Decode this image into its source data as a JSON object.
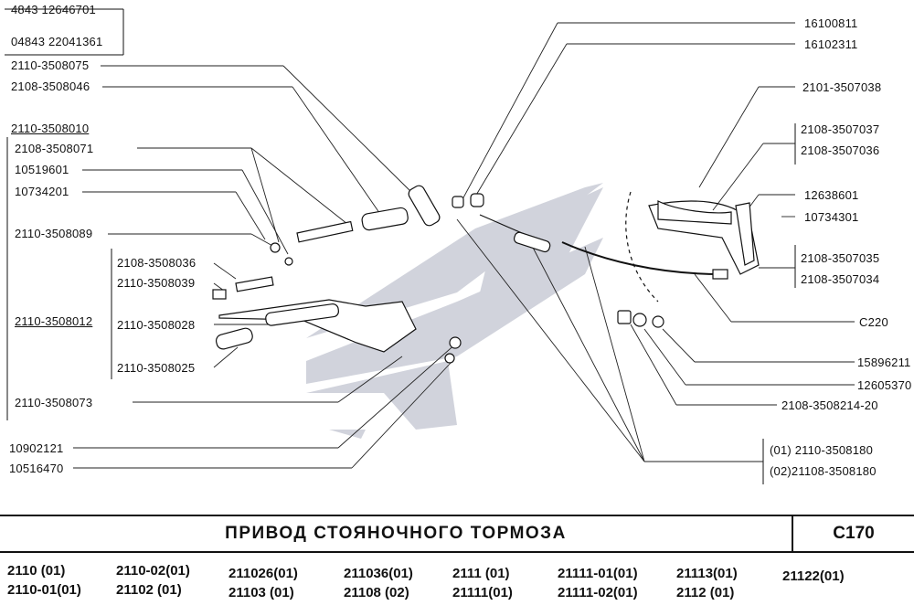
{
  "labels_left": [
    {
      "text": "4843    12646701"
    },
    {
      "text": "04843  22041361"
    },
    {
      "text": "2110-3508075"
    },
    {
      "text": "2108-3508046"
    },
    {
      "text": "2110-3508010"
    },
    {
      "text": "2108-3508071"
    },
    {
      "text": "10519601"
    },
    {
      "text": "10734201"
    },
    {
      "text": "2110-3508089"
    },
    {
      "text": "2108-3508036"
    },
    {
      "text": "2110-3508039"
    },
    {
      "text": "2110-3508012"
    },
    {
      "text": "2110-3508028"
    },
    {
      "text": "2110-3508025"
    },
    {
      "text": "2110-3508073"
    },
    {
      "text": "10902121"
    },
    {
      "text": "10516470"
    }
  ],
  "labels_right": [
    {
      "text": "16100811"
    },
    {
      "text": "16102311"
    },
    {
      "text": "2101-3507038"
    },
    {
      "text": "2108-3507037"
    },
    {
      "text": "2108-3507036"
    },
    {
      "text": "12638601"
    },
    {
      "text": "10734301"
    },
    {
      "text": "2108-3507035"
    },
    {
      "text": "2108-3507034"
    },
    {
      "text": "C220"
    },
    {
      "text": "15896211"
    },
    {
      "text": "12605370"
    },
    {
      "text": "2108-3508214-20"
    },
    {
      "text": "(01)  2110-3508180"
    },
    {
      "text": "(02)21108-3508180"
    }
  ],
  "title": "ПРИВОД  СТОЯНОЧНОГО  ТОРМОЗА",
  "page_code": "C170",
  "models": [
    "2110    (01)",
    "2110-01(01)",
    "2110-02(01)",
    "21102    (01)",
    "211026(01)",
    "21103  (01)",
    "211036(01)",
    "21108  (02)",
    "2111  (01)",
    "21111(01)",
    "21111-01(01)",
    "21111-02(01)",
    "21113(01)",
    "2112  (01)",
    "21122(01)"
  ]
}
